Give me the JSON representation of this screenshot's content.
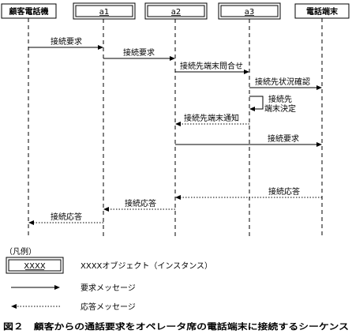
{
  "objects": [
    {
      "name": "顧客電話機",
      "style": "plain"
    },
    {
      "name": "a1",
      "style": "object"
    },
    {
      "name": "a2",
      "style": "object"
    },
    {
      "name": "a3",
      "style": "object"
    },
    {
      "name": "電話端末",
      "style": "plain"
    }
  ],
  "messages": [
    {
      "label": "接続要求",
      "from": 0,
      "to": 1,
      "kind": "request"
    },
    {
      "label": "接続要求",
      "from": 1,
      "to": 2,
      "kind": "request"
    },
    {
      "label": "接続先端末問合せ",
      "from": 2,
      "to": 3,
      "kind": "request"
    },
    {
      "label": "接続先状況確認",
      "from": 3,
      "to": 4,
      "kind": "request"
    },
    {
      "label_lines": [
        "接続先",
        "端末決定"
      ],
      "from": 3,
      "to": 3,
      "kind": "self"
    },
    {
      "label": "接続先端末通知",
      "from": 3,
      "to": 2,
      "kind": "response"
    },
    {
      "label": "接続要求",
      "from": 2,
      "to": 4,
      "kind": "request"
    },
    {
      "label": "接続応答",
      "from": 4,
      "to": 2,
      "kind": "response"
    },
    {
      "label": "接続応答",
      "from": 2,
      "to": 1,
      "kind": "response"
    },
    {
      "label": "接続応答",
      "from": 1,
      "to": 0,
      "kind": "response"
    }
  ],
  "legend": {
    "title": "（凡例）",
    "box_sample": "XXXX",
    "object_label": "XXXXオブジェクト（インスタンス）",
    "request_label": "要求メッセージ",
    "response_label": "応答メッセージ"
  },
  "caption": "図２　顧客からの通話要求をオペレータ席の電話端末に接続するシーケンス"
}
